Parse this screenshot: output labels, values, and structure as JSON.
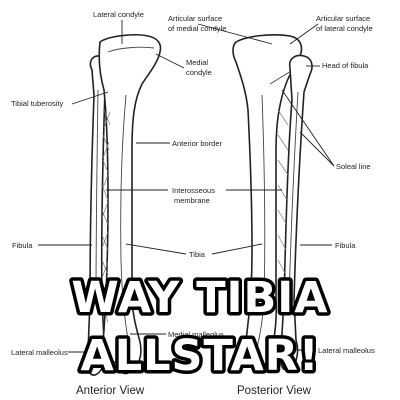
{
  "labels": {
    "lateral_condyle": "Lateral condyle",
    "articular_medial_1": "Articular surface",
    "articular_medial_2": "of medial condyle",
    "articular_lateral_1": "Articular surface",
    "articular_lateral_2": "of lateral condyle",
    "medial_condyle_1": "Medial",
    "medial_condyle_2": "condyle",
    "head_of_fibula": "Head of fibula",
    "tibial_tuberosity": "Tibial tuberosity",
    "anterior_border": "Anterior border",
    "soleal_line": "Soleal line",
    "interosseous_1": "Interosseous",
    "interosseous_2": "membrane",
    "fibula_left": "Fibula",
    "tibia": "Tibia",
    "fibula_right": "Fibula",
    "medial_malleolus": "Medial malleolus",
    "lateral_malleolus_left": "Lateral malleolus",
    "lateral_malleolus_right": "Lateral malleolus"
  },
  "views": {
    "anterior": "Anterior View",
    "posterior": "Posterior View"
  },
  "caption": {
    "line1": "WAY TIBIA",
    "line2": "ALLSTAR!"
  }
}
